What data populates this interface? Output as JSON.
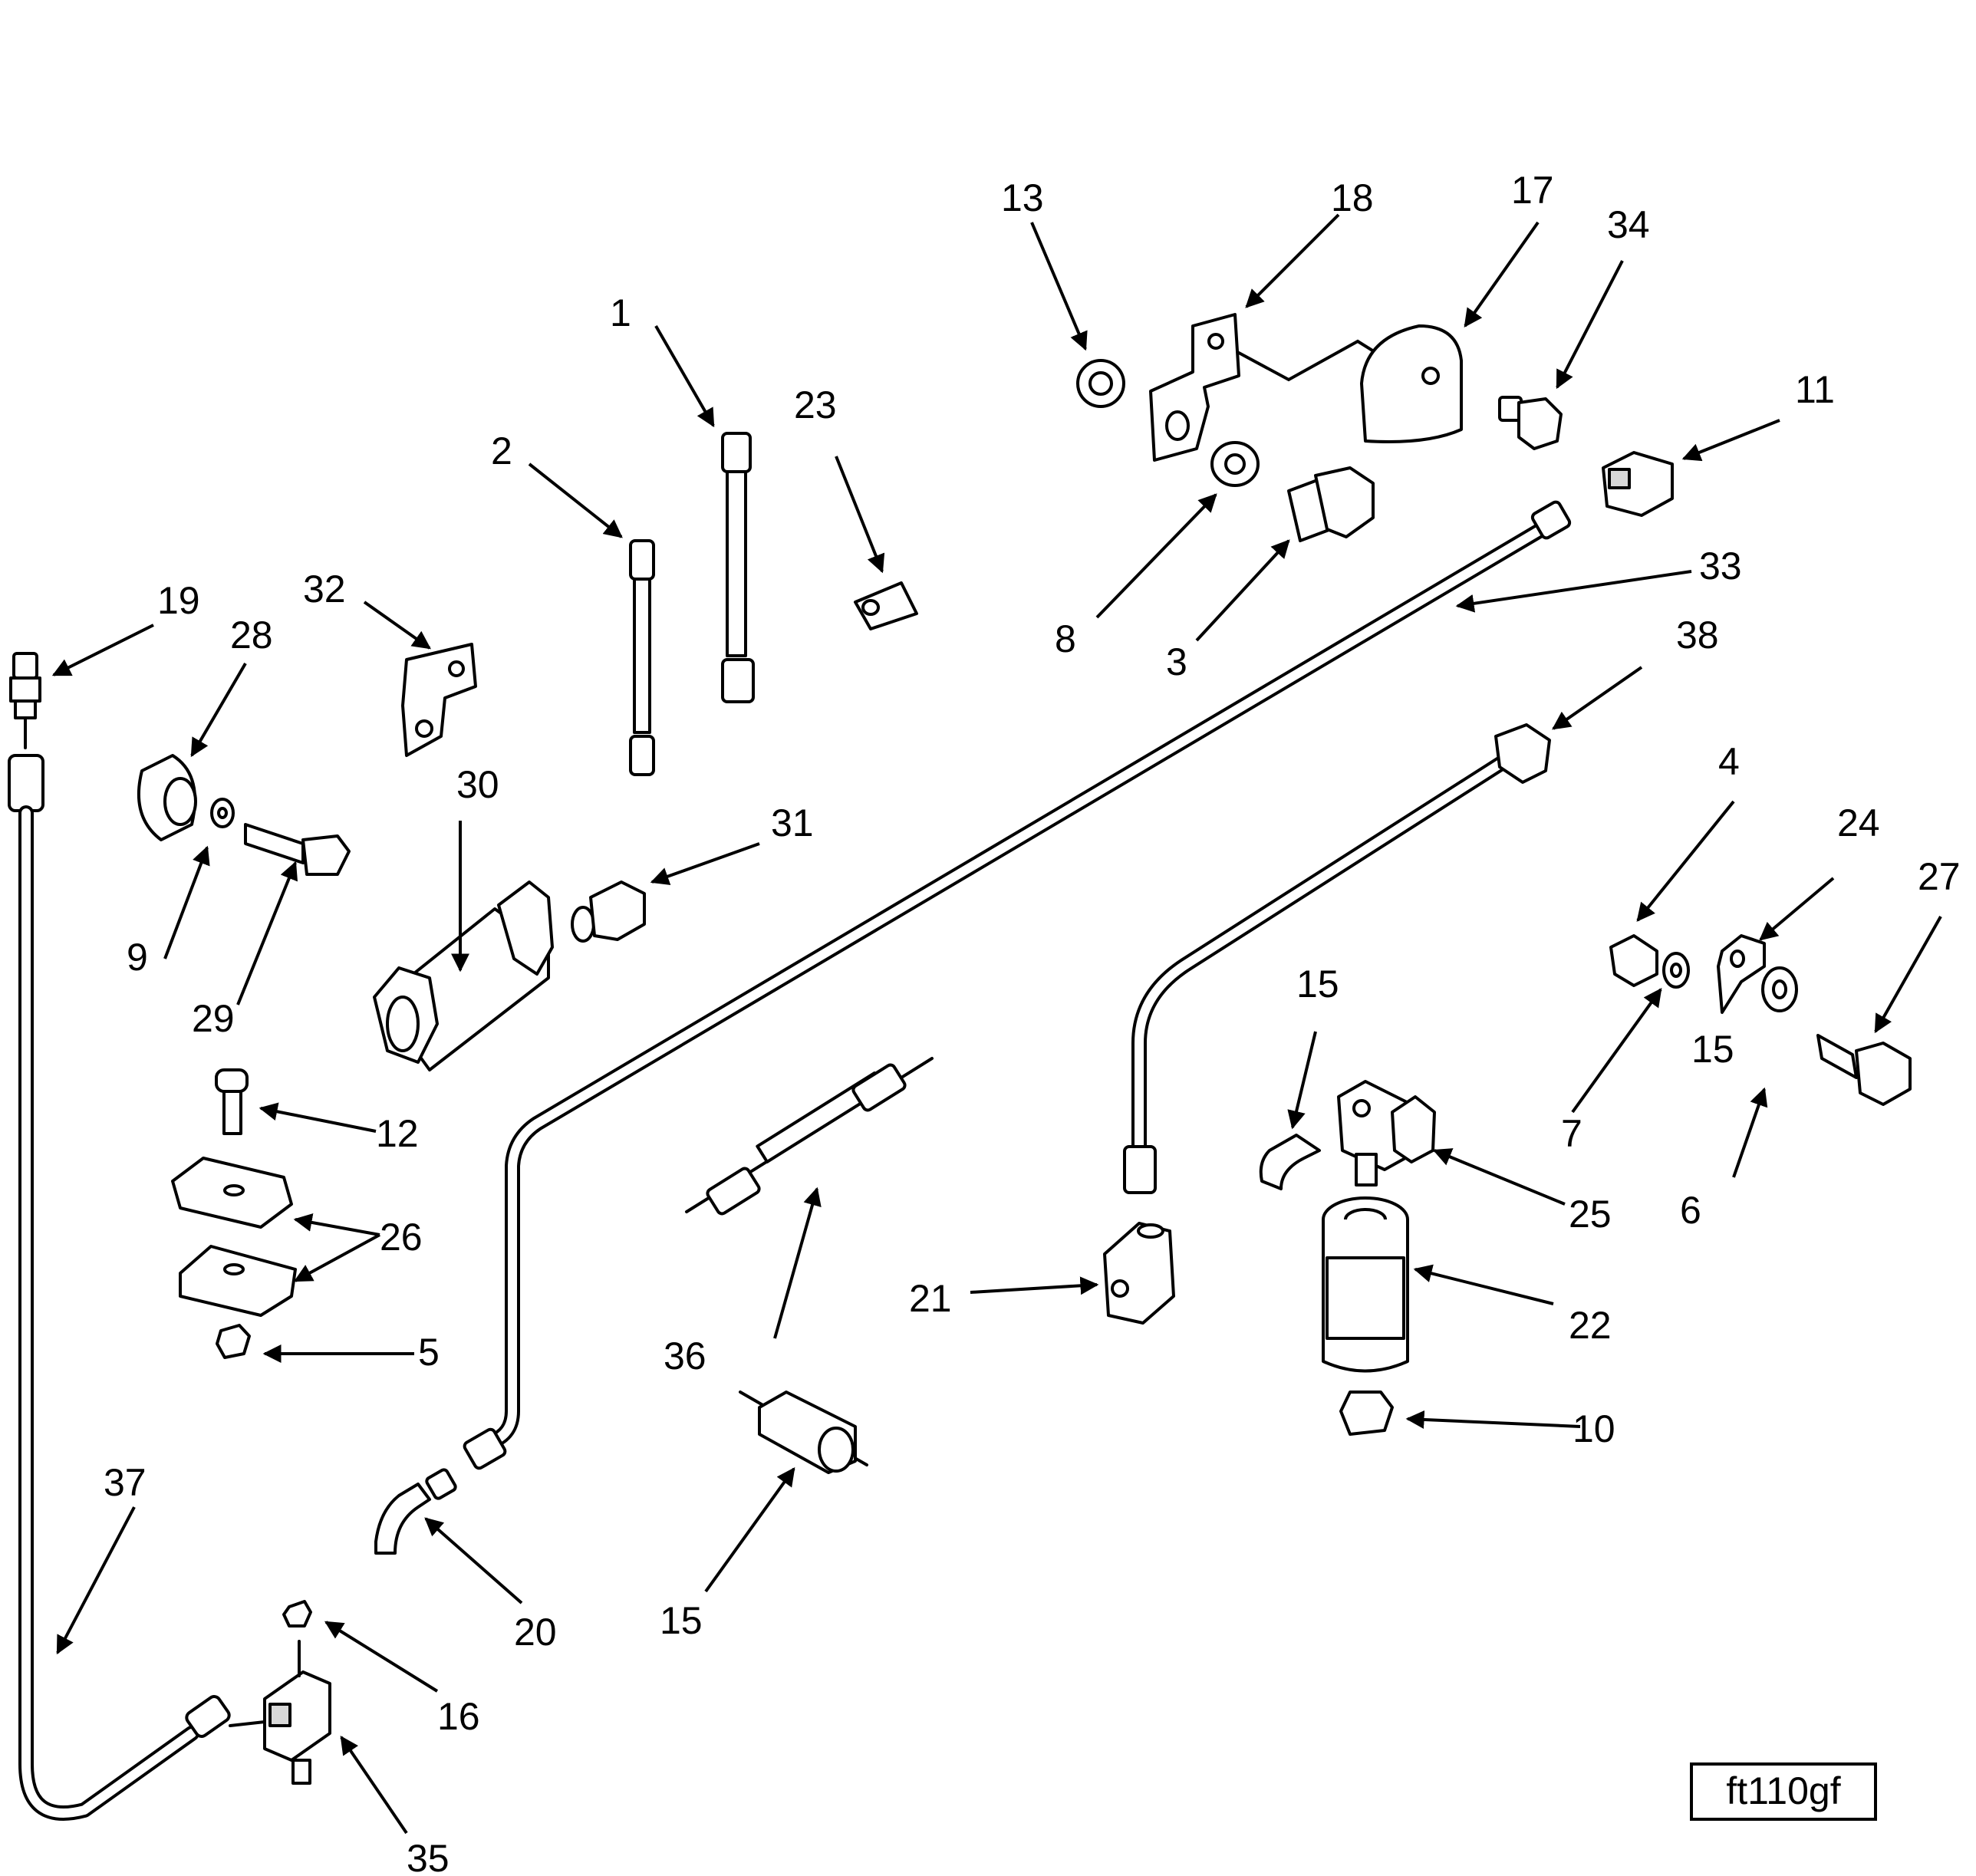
{
  "figure_tag": "ft110gf",
  "callouts": [
    "1",
    "2",
    "3",
    "4",
    "5",
    "6",
    "7",
    "8",
    "9",
    "10",
    "11",
    "12",
    "13",
    "15",
    "15",
    "15",
    "16",
    "17",
    "18",
    "19",
    "20",
    "21",
    "22",
    "23",
    "24",
    "25",
    "26",
    "27",
    "28",
    "29",
    "30",
    "31",
    "32",
    "33",
    "34",
    "35",
    "36",
    "37",
    "38"
  ]
}
